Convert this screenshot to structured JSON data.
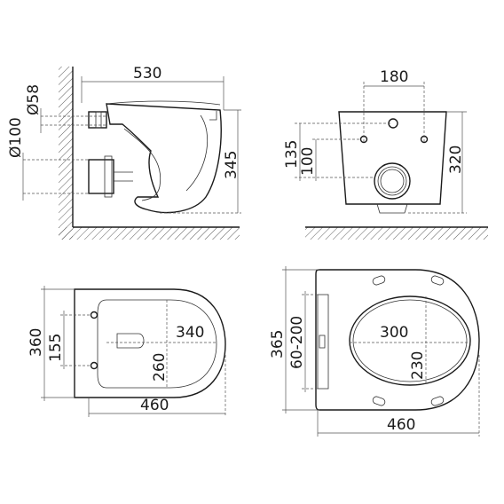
{
  "side_view": {
    "length": "530",
    "pipe_small": "Ø58",
    "pipe_large": "Ø100",
    "height": "345"
  },
  "back_view": {
    "hole_spacing": "180",
    "top_to_holes": "135",
    "holes_to_outlet": "100",
    "height": "320"
  },
  "top_view": {
    "width": "360",
    "hole_offset": "155",
    "bowl_length": "340",
    "bowl_width": "260",
    "length": "460"
  },
  "seat_view": {
    "width": "365",
    "hinge_range": "60-200",
    "opening_length": "300",
    "opening_width": "230",
    "length": "460"
  },
  "colors": {
    "line": "#1a1a1a",
    "background": "#ffffff"
  }
}
